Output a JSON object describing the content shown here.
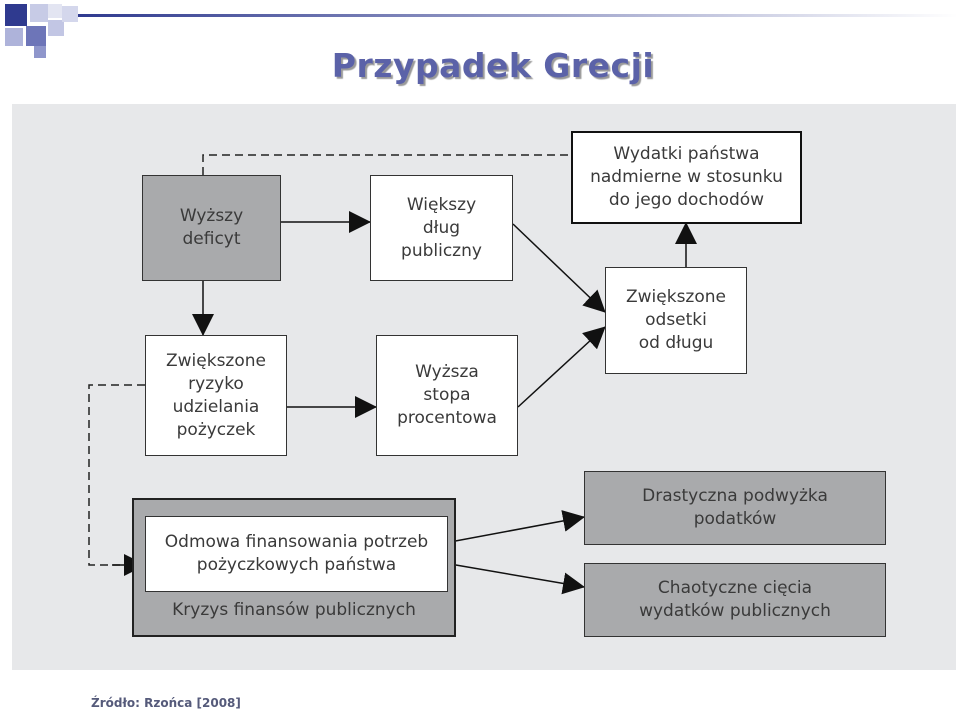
{
  "title": "Przypadek Grecji",
  "nodes": {
    "wyzszy_deficyt": "Wyższy\ndeficyt",
    "wiekszy_dlug": "Większy\ndług\npubliczny",
    "wydatki_panstwa": "Wydatki państwa\nnadmierne w stosunku\ndo jego dochodów",
    "zwiekszone_odsetki": "Zwiększone\nodsetki\nod długu",
    "zwiekszone_ryzyko": "Zwiększone\nryzyko\nudzielania\npożyczek",
    "wyzsza_stopa": "Wyższa\nstopa\nprocentowa",
    "odmowa_finansowania": "Odmowa finansowania potrzeb\npożyczkowych państwa",
    "kryzys_finansow": "Kryzys finansów publicznych",
    "drastyczna_podwyzka": "Drastyczna podwyżka\npodatków",
    "chaotyczne_ciecia": "Chaotyczne cięcia\nwydatków publicznych"
  },
  "source": "Źródło: Rzońca [2008]",
  "colors": {
    "title": "#5b62a8",
    "panel": "#e7e8ea",
    "gray_box": "#a9aaac",
    "deco_blue": "#2f3a8f"
  }
}
